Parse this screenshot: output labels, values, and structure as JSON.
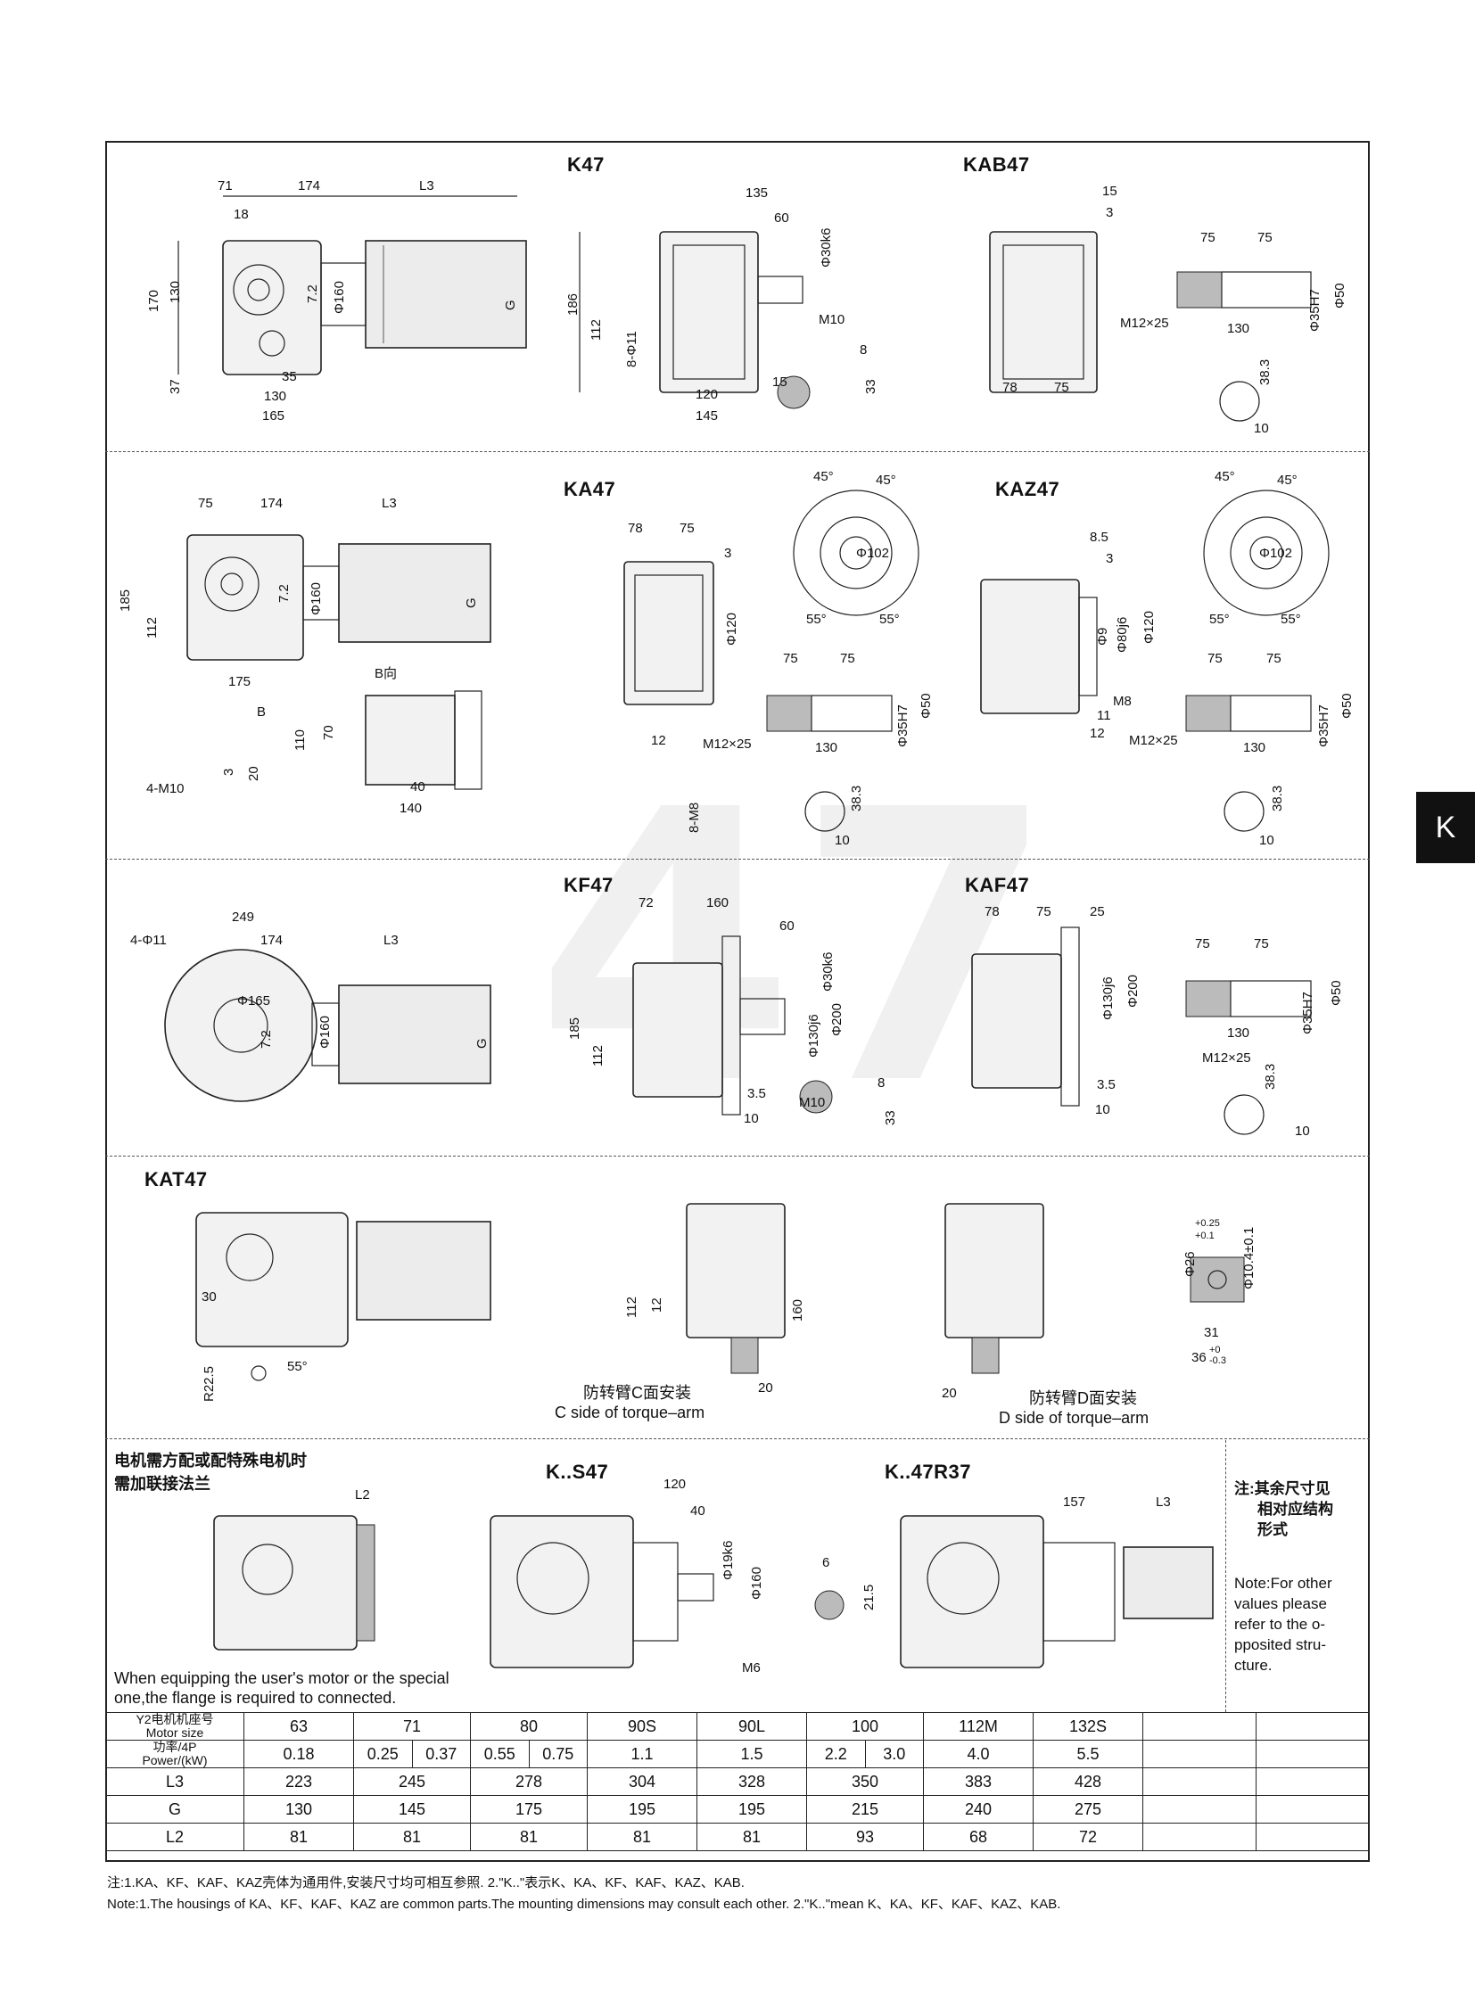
{
  "side_tab": "K",
  "sections": {
    "k47": {
      "title_left": "K47",
      "title_right": "KAB47",
      "dims_left": [
        "71",
        "174",
        "L3",
        "18",
        "170",
        "130",
        "7.2",
        "Φ160",
        "G",
        "37",
        "35",
        "130",
        "165"
      ],
      "dims_mid": [
        "135",
        "60",
        "Φ30k6",
        "186",
        "112",
        "8-Φ11",
        "M10",
        "120",
        "15",
        "145",
        "8",
        "33"
      ],
      "dims_right": [
        "15",
        "3",
        "75",
        "75",
        "M12×25",
        "Φ35H7",
        "Φ50",
        "130",
        "78",
        "75",
        "38.3",
        "10"
      ]
    },
    "ka47": {
      "title_left": "KA47",
      "title_right": "KAZ47",
      "dims_left": [
        "75",
        "174",
        "L3",
        "185",
        "112",
        "7.2",
        "Φ160",
        "G",
        "175",
        "B",
        "B向",
        "110",
        "70",
        "40",
        "140",
        "3",
        "20",
        "4-M10"
      ],
      "dims_mid": [
        "78",
        "75",
        "3",
        "Φ120",
        "75",
        "75",
        "12",
        "M12×25",
        "130",
        "Φ35H7",
        "Φ50",
        "8-M8",
        "38.3",
        "10",
        "45°",
        "45°",
        "Φ102",
        "55°",
        "55°"
      ],
      "dims_right": [
        "8.5",
        "3",
        "Φ9",
        "Φ80j6",
        "Φ120",
        "M8",
        "11",
        "12",
        "75",
        "75",
        "M12×25",
        "130",
        "Φ35H7",
        "Φ50",
        "38.3",
        "10",
        "45°",
        "45°",
        "Φ102",
        "55°",
        "55°"
      ]
    },
    "kf47": {
      "title_left": "KF47",
      "title_right": "KAF47",
      "dims_left": [
        "4-Φ11",
        "249",
        "174",
        "L3",
        "Φ165",
        "7.2",
        "Φ160",
        "G"
      ],
      "dims_mid": [
        "72",
        "160",
        "60",
        "Φ30k6",
        "185",
        "112",
        "Φ130j6",
        "Φ200",
        "3.5",
        "10",
        "M10",
        "8",
        "33"
      ],
      "dims_right": [
        "78",
        "75",
        "25",
        "Φ130j6",
        "Φ200",
        "3.5",
        "10",
        "75",
        "75",
        "Φ35H7",
        "Φ50",
        "130",
        "M12×25",
        "38.3",
        "10"
      ]
    },
    "kat47": {
      "title": "KAT47",
      "dims": [
        "30",
        "R22.5",
        "55°",
        "112",
        "12",
        "160",
        "20",
        "20",
        "Φ26",
        "+0.25",
        "+0.1",
        "Φ10.4±0.1",
        "31",
        "36",
        "+0",
        "-0.3"
      ],
      "caption_c_cn": "防转臂C面安装",
      "caption_c_en": "C side of torque–arm",
      "caption_d_cn": "防转臂D面安装",
      "caption_d_en": "D side of torque–arm"
    },
    "bottom": {
      "motor_note_cn_1": "电机需方配或配特殊电机时",
      "motor_note_cn_2": "需加联接法兰",
      "l2_label": "L2",
      "motor_note_en_1": "When equipping the user's motor or the special",
      "motor_note_en_2": "one,the flange is required to connected.",
      "ks47_title": "K..S47",
      "ks47_dims": [
        "120",
        "40",
        "Φ19k6",
        "Φ160",
        "M6",
        "6",
        "21.5"
      ],
      "kr_title": "K..47R37",
      "kr_dims": [
        "157",
        "L3"
      ],
      "side_note_cn_1": "注:其余尺寸见",
      "side_note_cn_2": "相对应结构",
      "side_note_cn_3": "形式",
      "side_note_en": [
        "Note:For other",
        "values please",
        "refer to the o-",
        "pposited stru-",
        "cture."
      ]
    }
  },
  "table": {
    "row_labels": {
      "motor_cn": "Y2电机机座号",
      "motor_en": "Motor size",
      "power_cn": "功率/4P",
      "power_en": "Power/(kW)",
      "l3": "L3",
      "g": "G",
      "l2": "L2"
    },
    "motor_sizes": [
      "63",
      "71",
      "80",
      "90S",
      "90L",
      "100",
      "112M",
      "132S"
    ],
    "power": [
      [
        "0.18"
      ],
      [
        "0.25",
        "0.37"
      ],
      [
        "0.55",
        "0.75"
      ],
      [
        "1.1"
      ],
      [
        "1.5"
      ],
      [
        "2.2",
        "3.0"
      ],
      [
        "4.0"
      ],
      [
        "5.5"
      ]
    ],
    "L3": [
      "223",
      "245",
      "278",
      "304",
      "328",
      "350",
      "383",
      "428"
    ],
    "G": [
      "130",
      "145",
      "175",
      "195",
      "195",
      "215",
      "240",
      "275"
    ],
    "L2": [
      "81",
      "81",
      "81",
      "81",
      "81",
      "93",
      "68",
      "72"
    ]
  },
  "footnotes": {
    "cn": "注:1.KA、KF、KAF、KAZ壳体为通用件,安装尺寸均可相互参照.    2.\"K..\"表示K、KA、KF、KAF、KAZ、KAB.",
    "en": "Note:1.The housings of KA、KF、KAF、KAZ are common parts.The mounting dimensions may consult each other. 2.\"K..\"mean K、KA、KF、KAF、KAZ、KAB."
  }
}
